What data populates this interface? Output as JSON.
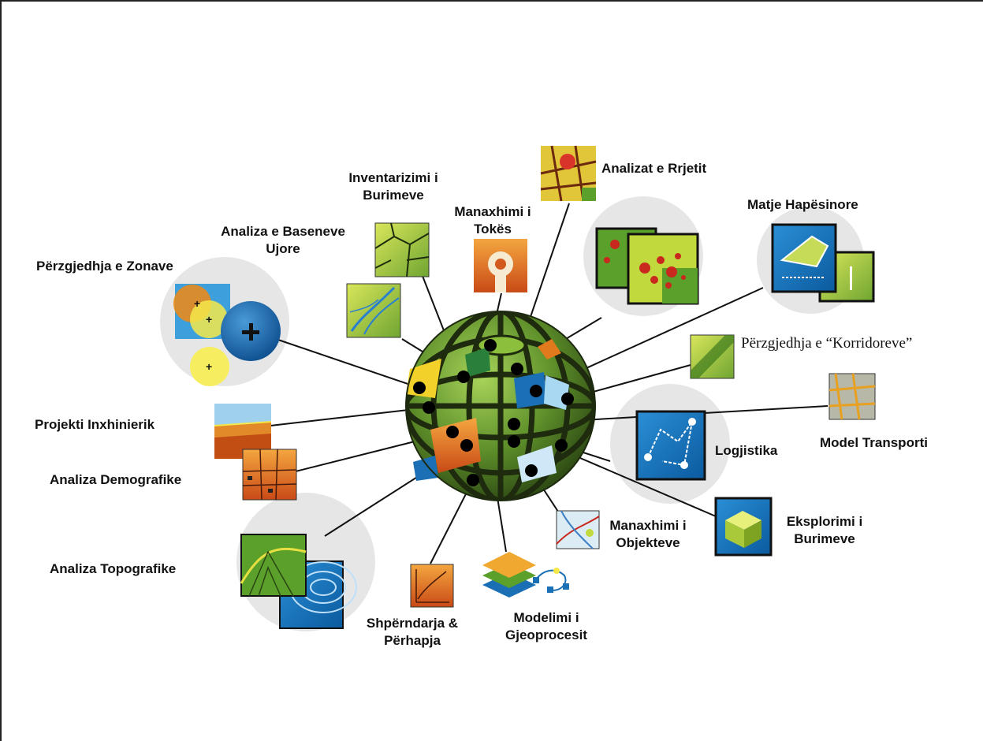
{
  "labels": {
    "perzgjedhja_zonave": "Përzgjedhja e Zonave",
    "analiza_baseneve_1": "Analiza e Baseneve",
    "analiza_baseneve_2": "Ujore",
    "inventarizimi_1": "Inventarizimi i",
    "inventarizimi_2": "Burimeve",
    "manaxhimi_tokes_1": "Manaxhimi i",
    "manaxhimi_tokes_2": "Tokës",
    "analizat_rrjetit": "Analizat e Rrjetit",
    "matje_hapesinore": "Matje Hapësinore",
    "perzgjedhja_korridoreve": "Përzgjedhja e “Korridoreve”",
    "model_transporti": "Model Transporti",
    "logjistika": "Logjistika",
    "projekti_inxhinierik": "Projekti Inxhinierik",
    "analiza_demografike": "Analiza Demografike",
    "analiza_topografike": "Analiza Topografike",
    "shperndarja_1": "Shpërndarja &",
    "shperndarja_2": "Përhapja",
    "modelimi_1": "Modelimi i",
    "modelimi_2": "Gjeoprocesit",
    "manaxhimi_objekteve_1": "Manaxhimi i",
    "manaxhimi_objekteve_2": "Objekteve",
    "eksplorimi_1": "Eksplorimi i",
    "eksplorimi_2": "Burimeve"
  },
  "colors": {
    "globe_green": "#5e8f2a",
    "globe_dark": "#1e2a10",
    "halo_gray": "#e4e4e4",
    "connector": "#111111",
    "blue": "#1a6fb5",
    "yellow": "#f2e640",
    "orange": "#e07a1c",
    "red": "#c8281e"
  }
}
